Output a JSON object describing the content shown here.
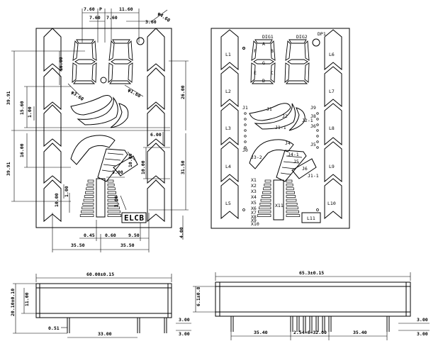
{
  "front_view": {
    "dims_top": [
      "7.60",
      "P",
      "7.60",
      "11.60",
      "3.60",
      "φ4.60"
    ],
    "dims_left": [
      "39.91",
      "15.60",
      "1.00",
      "16.00",
      "1.00",
      "39.91",
      "10.00"
    ],
    "dims_right": [
      "26.00",
      "6.00",
      "10.00",
      "31.50"
    ],
    "dims_inner": [
      "16.00",
      "φ3.60",
      "φ1.60",
      "5.00",
      "10.00",
      "1.00"
    ],
    "dims_bottom": [
      "0.45",
      "0.60",
      "9.50",
      "35.50",
      "35.50"
    ],
    "dims_bottom_right": [
      "4.00"
    ],
    "logo": "ELCB"
  },
  "pin_view": {
    "leds_left": [
      "L1",
      "L2",
      "L3",
      "L4",
      "L5"
    ],
    "leds_right": [
      "L6",
      "L7",
      "L8",
      "L9",
      "L10"
    ],
    "digit_labels": [
      "DIG1",
      "DIG2",
      "DP1"
    ],
    "segment_letters": [
      "A",
      "F",
      "B",
      "G",
      "E",
      "C",
      "D"
    ],
    "fan_labels": [
      "J1",
      "J2",
      "J1-1",
      "J2-1",
      "J3-2",
      "J4",
      "J4-1",
      "J5",
      "J6",
      "J1-1"
    ],
    "small_labels": [
      "J1",
      "J0",
      "J9",
      "J8",
      "J6",
      "J5"
    ],
    "bar_labels": [
      "X1",
      "X2",
      "X3",
      "X4",
      "X5",
      "X6",
      "X7",
      "X8",
      "X9",
      "X10"
    ],
    "box_labels": [
      "X11",
      "L11"
    ]
  },
  "side_views": {
    "front_width": "60.00±0.15",
    "front_height": "20.10±0.10",
    "front_height_inner": "11.00",
    "front_pin": "0.51",
    "front_pitch": "33.00",
    "front_right_a": "3.00",
    "front_right_b": "3.00",
    "back_width": "65.3±0.15",
    "back_height": "6.1±0.8",
    "back_left": "35.40",
    "back_center": "2.54×6=32.00",
    "back_right": "35.40",
    "back_right_a": "3.00",
    "back_right_b": "3.00"
  }
}
